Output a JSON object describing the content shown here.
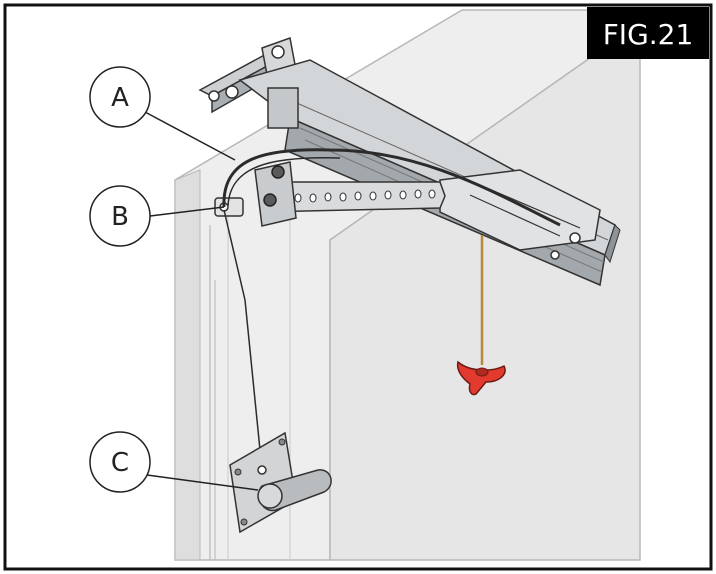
{
  "figure_label": "FIG.21",
  "callouts": [
    {
      "letter": "A"
    },
    {
      "letter": "B"
    },
    {
      "letter": "C"
    }
  ],
  "colors": {
    "frame": "#111111",
    "panel_fill": "#ececec",
    "panel_edge": "#dcdcdc",
    "rail_fill": "#cfd2d4",
    "rail_shadow": "#9aa0a4",
    "handle_red": "#e23a2e",
    "cable": "#2b2b2b",
    "label_bg": "#000000",
    "label_text": "#ffffff"
  }
}
